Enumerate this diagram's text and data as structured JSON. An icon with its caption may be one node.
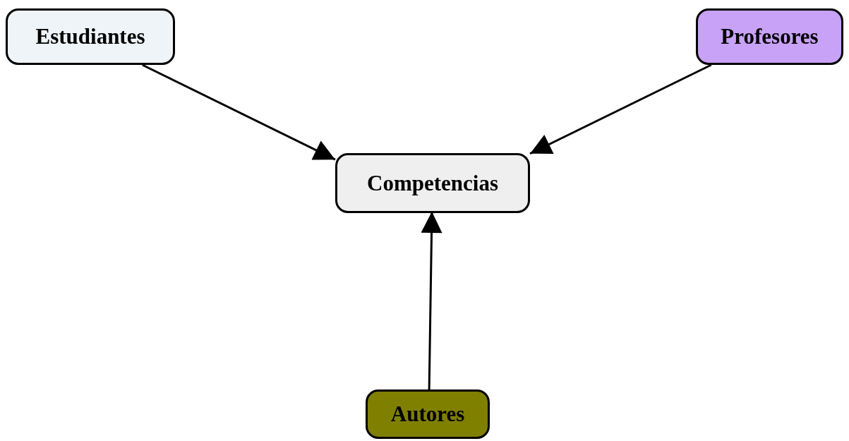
{
  "diagram": {
    "nodes": [
      {
        "text": [
          "Estudiantes"
        ]
      },
      {
        "text": [
          "Profesores"
        ]
      },
      {
        "text": [
          "Competencias"
        ]
      },
      {
        "text": [
          "Autores"
        ]
      }
    ],
    "edges": [
      {
        "from": 0,
        "to": 2,
        "arrow": "to"
      },
      {
        "from": 1,
        "to": 2,
        "arrow": "to"
      },
      {
        "from": 3,
        "to": 2,
        "arrow": "to"
      }
    ]
  }
}
